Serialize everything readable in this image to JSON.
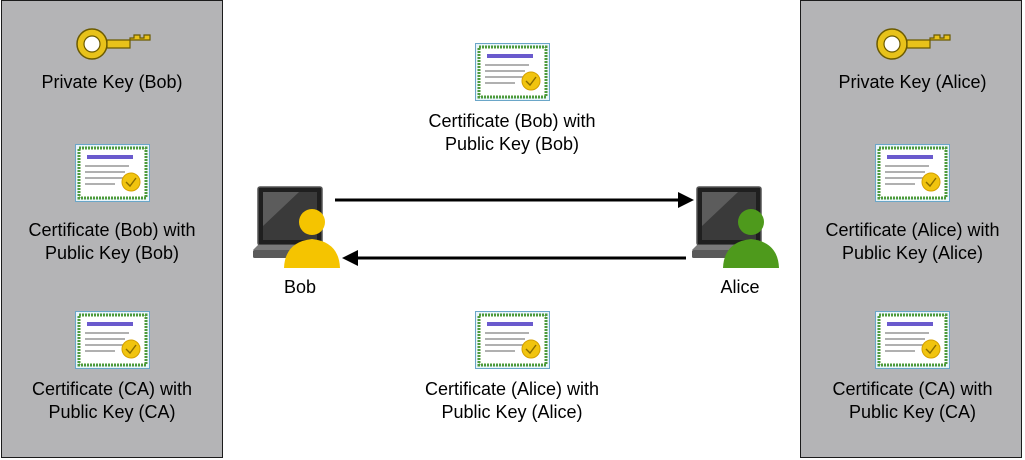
{
  "colors": {
    "panel": "#b4b4b6",
    "key": "#e8c21a",
    "cert_border": "#4c9a3a",
    "cert_bar": "#6a5acd",
    "bob_user": "#f5c400",
    "alice_user": "#4e9a1c",
    "arrow": "#000000"
  },
  "left_panel": {
    "private_key": "Private Key (Bob)",
    "own_cert": [
      "Certificate (Bob) with",
      "Public Key (Bob)"
    ],
    "ca_cert": [
      "Certificate (CA) with",
      "Public Key (CA)"
    ]
  },
  "right_panel": {
    "private_key": "Private Key (Alice)",
    "own_cert": [
      "Certificate (Alice) with",
      "Public Key (Alice)"
    ],
    "ca_cert": [
      "Certificate (CA) with",
      "Public Key (CA)"
    ]
  },
  "center": {
    "top_cert": [
      "Certificate (Bob) with",
      "Public Key (Bob)"
    ],
    "bottom_cert": [
      "Certificate (Alice) with",
      "Public Key (Alice)"
    ]
  },
  "users": {
    "bob": "Bob",
    "alice": "Alice"
  },
  "icons": [
    "key-icon",
    "certificate-icon",
    "laptop-user-icon"
  ]
}
